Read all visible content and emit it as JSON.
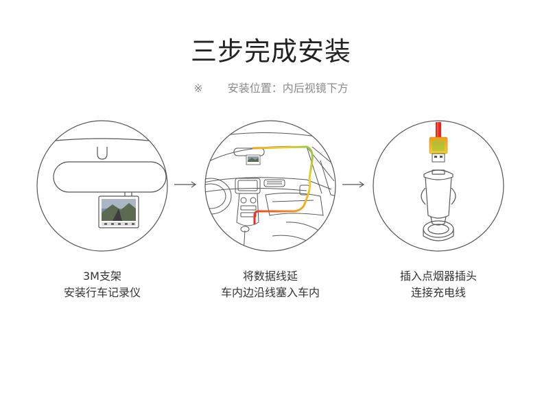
{
  "header": {
    "title": "三步完成安装",
    "note_mark": "※",
    "note_text": "安装位置：内后视镜下方"
  },
  "steps": [
    {
      "line1": "3M支架",
      "line2": "安装行车记录仪"
    },
    {
      "line1": "将数据线延",
      "line2": "车内边沿线塞入车内"
    },
    {
      "line1": "插入点烟器插头",
      "line2": "连接充电线"
    }
  ],
  "colors": {
    "cable_start": "#e8262a",
    "cable_mid": "#f29a1e",
    "cable_yellow": "#f2d02a",
    "cable_end": "#8fc641",
    "line": "#555555"
  }
}
